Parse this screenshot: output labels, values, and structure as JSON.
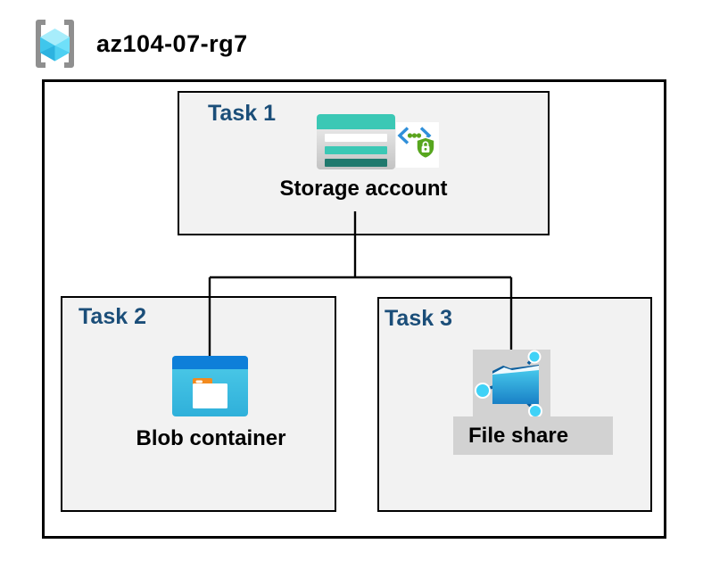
{
  "header": {
    "resource_group_name": "az104-07-rg7",
    "icon": "resource-group-icon"
  },
  "diagram": {
    "boundary": "resource group box",
    "tasks": [
      {
        "label": "Task 1",
        "resource_label": "Storage account",
        "icons": [
          "storage-account-icon",
          "secure-access-icon"
        ]
      },
      {
        "label": "Task 2",
        "resource_label": "Blob container",
        "icons": [
          "blob-container-icon"
        ]
      },
      {
        "label": "Task 3",
        "resource_label": "File share",
        "icons": [
          "file-share-icon"
        ],
        "highlighted": true
      }
    ],
    "connections": [
      {
        "from": "Storage account",
        "to": "Blob container"
      },
      {
        "from": "Storage account",
        "to": "File share"
      }
    ]
  },
  "colors": {
    "task_label_navy": "#1b4e79",
    "task_box_bg": "#f2f2f2",
    "border_black": "#000000",
    "highlight_gray": "#d2d2d2",
    "storage_teal": "#3bc8b5",
    "storage_teal_dark": "#20796d",
    "azure_blue": "#0e7fd9",
    "blob_cyan": "#3fc3e4",
    "folder_tab_orange": "#f28a1e",
    "shield_green": "#57a61e",
    "node_cyan": "#3fd2f7",
    "bracket_gray": "#8f8f8f"
  }
}
